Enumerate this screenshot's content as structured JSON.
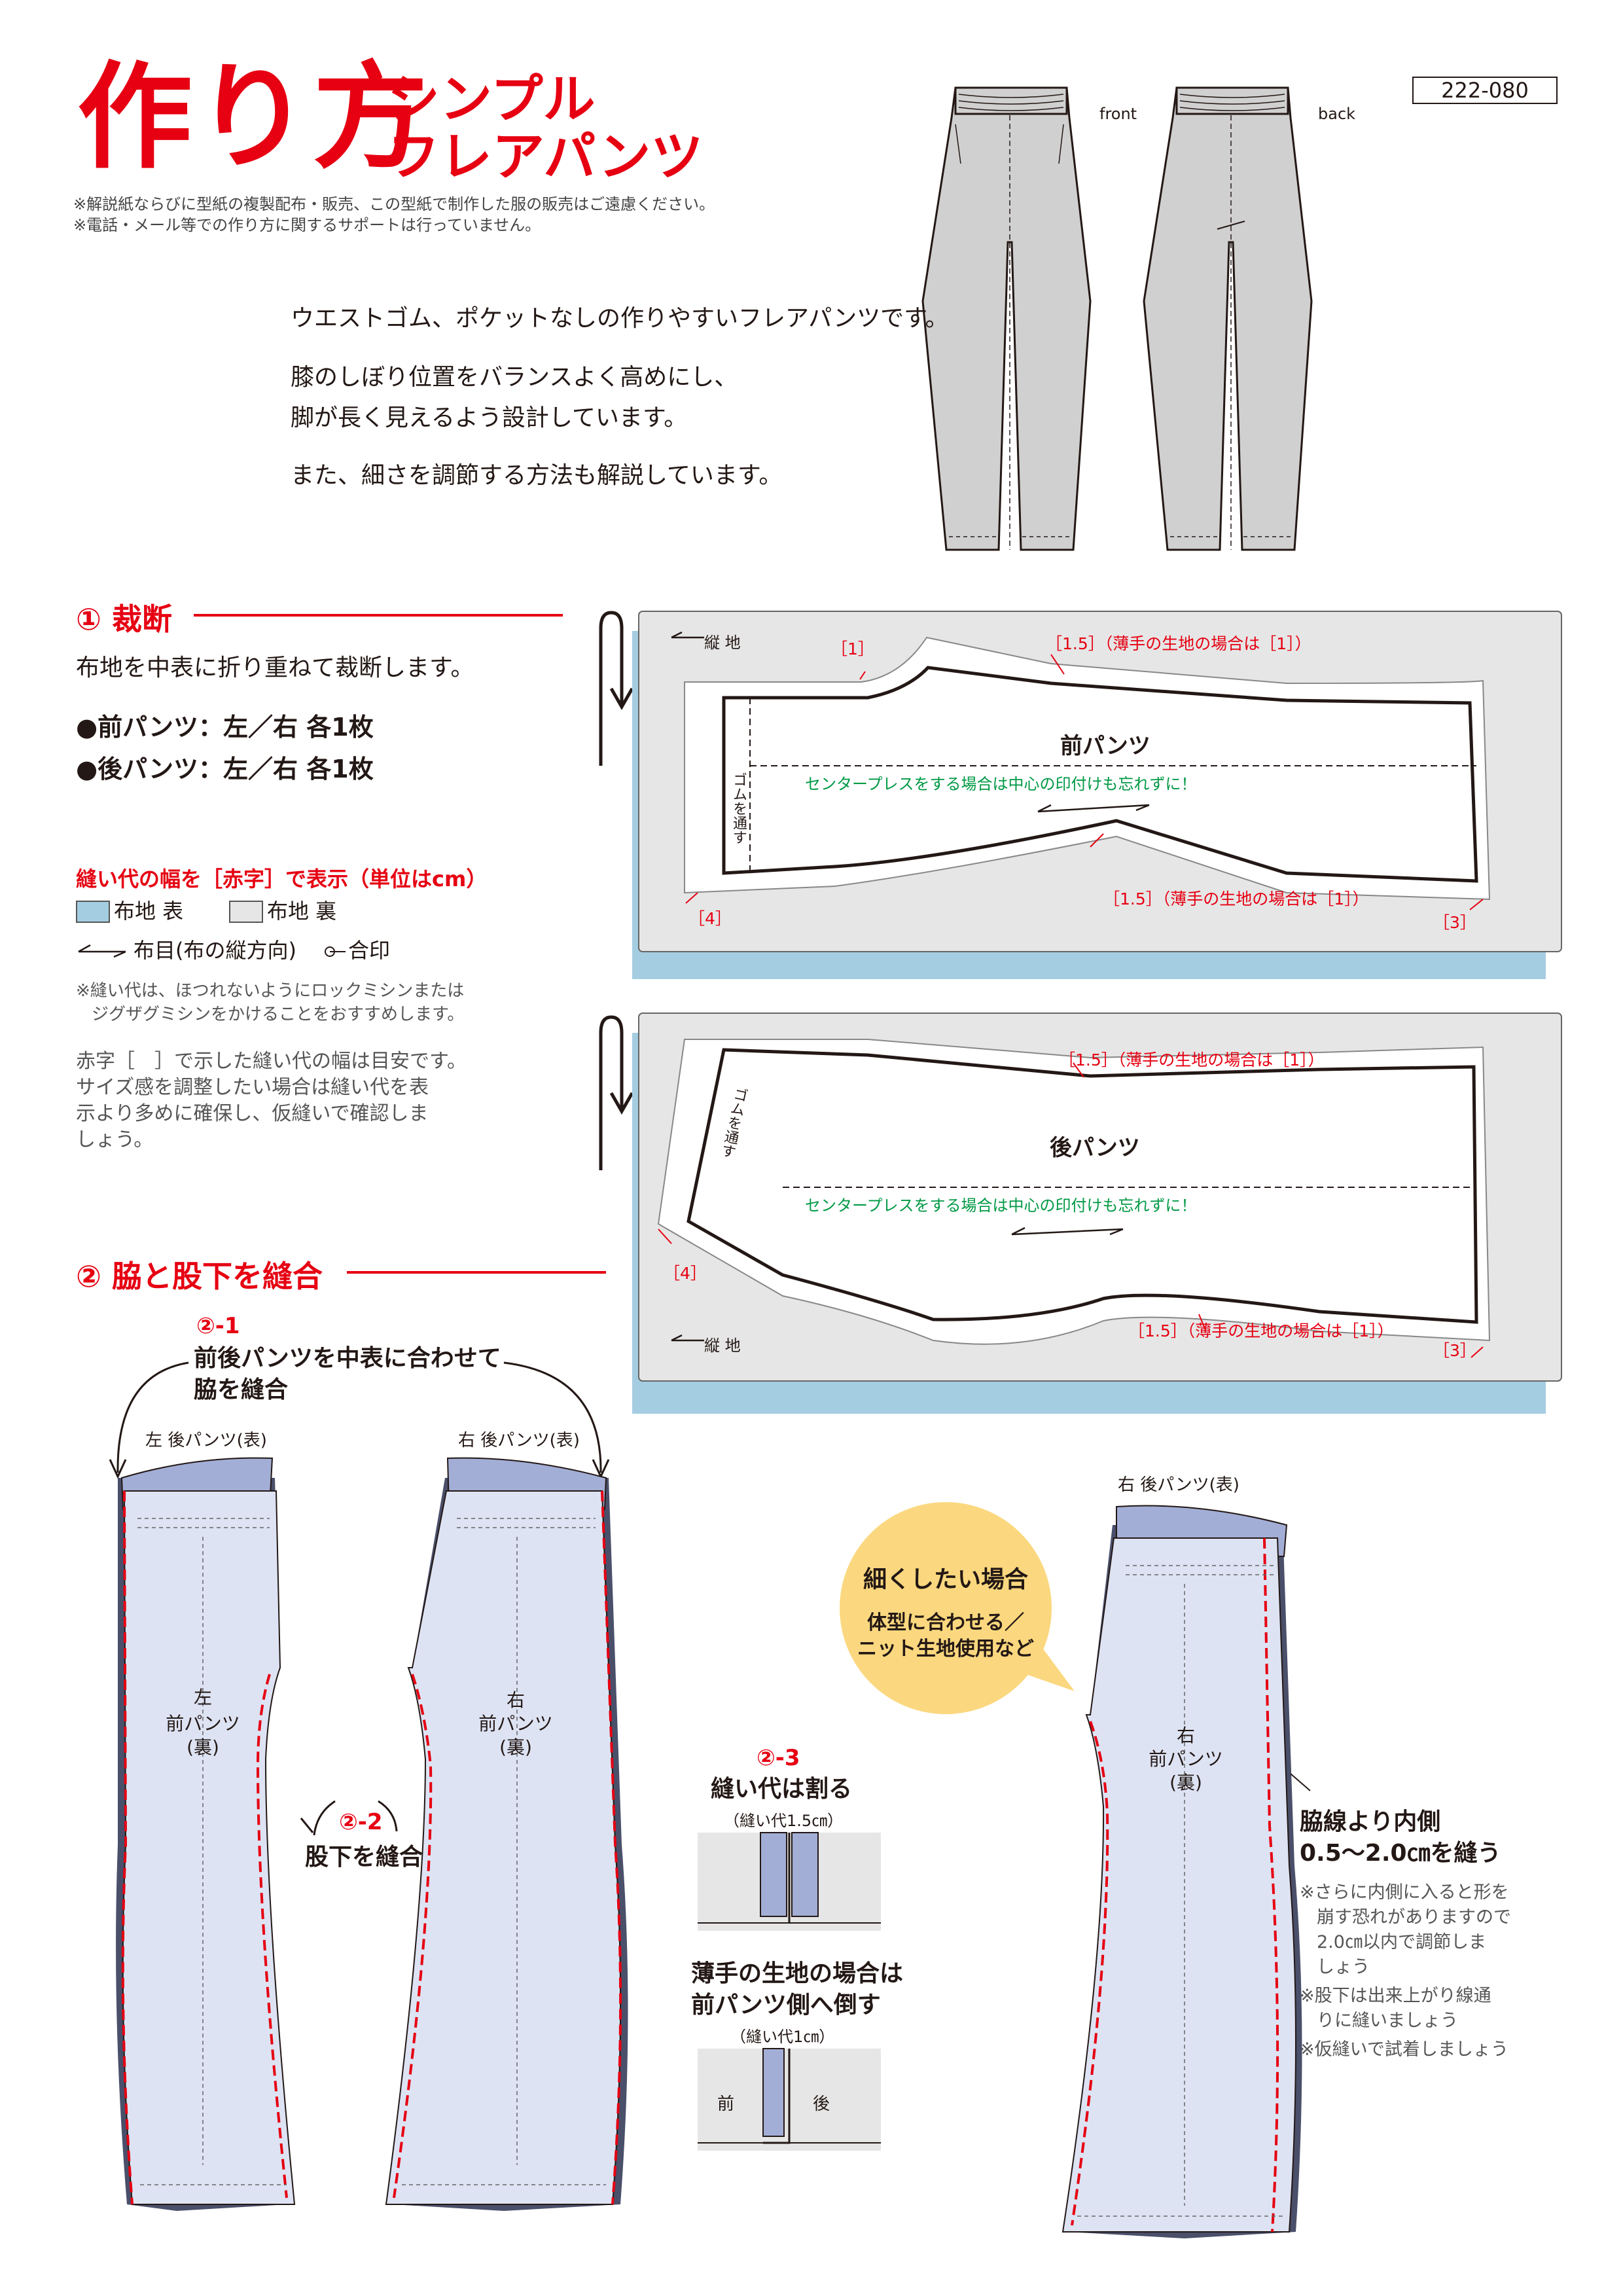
{
  "header": {
    "title": "作り方",
    "subtitle_line1": "シンプル",
    "subtitle_line2": "フレアパンツ",
    "code": "222-080",
    "notes": [
      "※解説紙ならびに型紙の複製配布・販売、この型紙で制作した服の販売はご遠慮ください。",
      "※電話・メール等での作り方に関するサポートは行っていません。"
    ],
    "view_front": "front",
    "view_back": "back"
  },
  "intro": {
    "line1": "ウエストゴム、ポケットなしの作りやすいフレアパンツです。",
    "line2": "膝のしぼり位置をバランスよく高めにし、",
    "line3": "脚が長く見えるよう設計しています。",
    "line4": "また、細さを調節する方法も解説しています。"
  },
  "section1": {
    "title": "① 裁断",
    "desc": "布地を中表に折り重ねて裁断します。",
    "items": [
      "●前パンツ：左／右 各1枚",
      "●後パンツ：左／右 各1枚"
    ],
    "legend_title": "縫い代の幅を［赤字］で表示（単位はcm）",
    "legend_face": "布地 表",
    "legend_back": "布地 裏",
    "legend_grain": "布目(布の縦方向)",
    "legend_match": "合印",
    "serge_note_1": "※縫い代は、ほつれないようにロックミシンまたは",
    "serge_note_2": "ジグザグミシンをかけることをおすすめします。",
    "allow_note_1": "赤字［　］で示した縫い代の幅は目安です。",
    "allow_note_2": "サイズ感を調整したい場合は縫い代を表",
    "allow_note_3": "示より多めに確保し、仮縫いで確認しま",
    "allow_note_4": "しょう。"
  },
  "layout_front": {
    "grain_label": "縦 地",
    "piece_name": "前パンツ",
    "elastic": "ゴムを通す",
    "center_note": "センタープレスをする場合は中心の印付けも忘れずに！",
    "sa_1": "［1］",
    "sa_top": "［1.5］（薄手の生地の場合は［1］）",
    "sa_bottom": "［1.5］（薄手の生地の場合は［1］）",
    "sa_4": "［4］",
    "sa_3": "［3］"
  },
  "layout_back": {
    "grain_label": "縦 地",
    "piece_name": "後パンツ",
    "elastic": "ゴムを通す",
    "center_note": "センタープレスをする場合は中心の印付けも忘れずに！",
    "sa_top": "［1.5］（薄手の生地の場合は［1］）",
    "sa_bottom": "［1.5］（薄手の生地の場合は［1］）",
    "sa_4": "［4］",
    "sa_3": "［3］"
  },
  "section2": {
    "title": "② 脇と股下を縫合",
    "step1_no": "②-1",
    "step1_line1": "前後パンツを中表に合わせて",
    "step1_line2": "脇を縫合",
    "left_back_label": "左 後パンツ(表)",
    "right_back_label": "右 後パンツ(表)",
    "left_piece_1": "左",
    "left_piece_2": "前パンツ",
    "left_piece_3": "(裏)",
    "right_piece_1": "右",
    "right_piece_2": "前パンツ",
    "right_piece_3": "(裏)",
    "step2_no": "②-2",
    "step2_text": "股下を縫合",
    "step3_no": "②-3",
    "step3_text": "縫い代は割る",
    "step3_sub": "（縫い代1.5㎝）",
    "thin_line1": "薄手の生地の場合は",
    "thin_line2": "前パンツ側へ倒す",
    "thin_sub": "（縫い代1㎝）",
    "thin_front": "前",
    "thin_back": "後",
    "bubble_title": "細くしたい場合",
    "bubble_line1": "体型に合わせる／",
    "bubble_line2": "ニット生地使用など",
    "slim_label": "右 後パンツ(表)",
    "slim_piece_1": "右",
    "slim_piece_2": "前パンツ",
    "slim_piece_3": "(裏)",
    "slim_title_1": "脇線より内側",
    "slim_title_2": "0.5〜2.0㎝を縫う",
    "slim_notes": [
      "※さらに内側に入ると形を",
      "崩す恐れがありますので",
      "2.0㎝以内で調節しま",
      "しょう",
      "※股下は出来上がり線通",
      "りに縫いましょう",
      "※仮縫いで試着しましょう"
    ]
  },
  "colors": {
    "accent": "#e60012",
    "fabric_face": "#a5cde1",
    "fabric_back": "#e6e6e6",
    "garment": "#d0d0d0",
    "pants_piece": "#dde3f3",
    "pants_face": "#a3aed6",
    "green": "#009944",
    "bubble": "#fbd87f"
  }
}
